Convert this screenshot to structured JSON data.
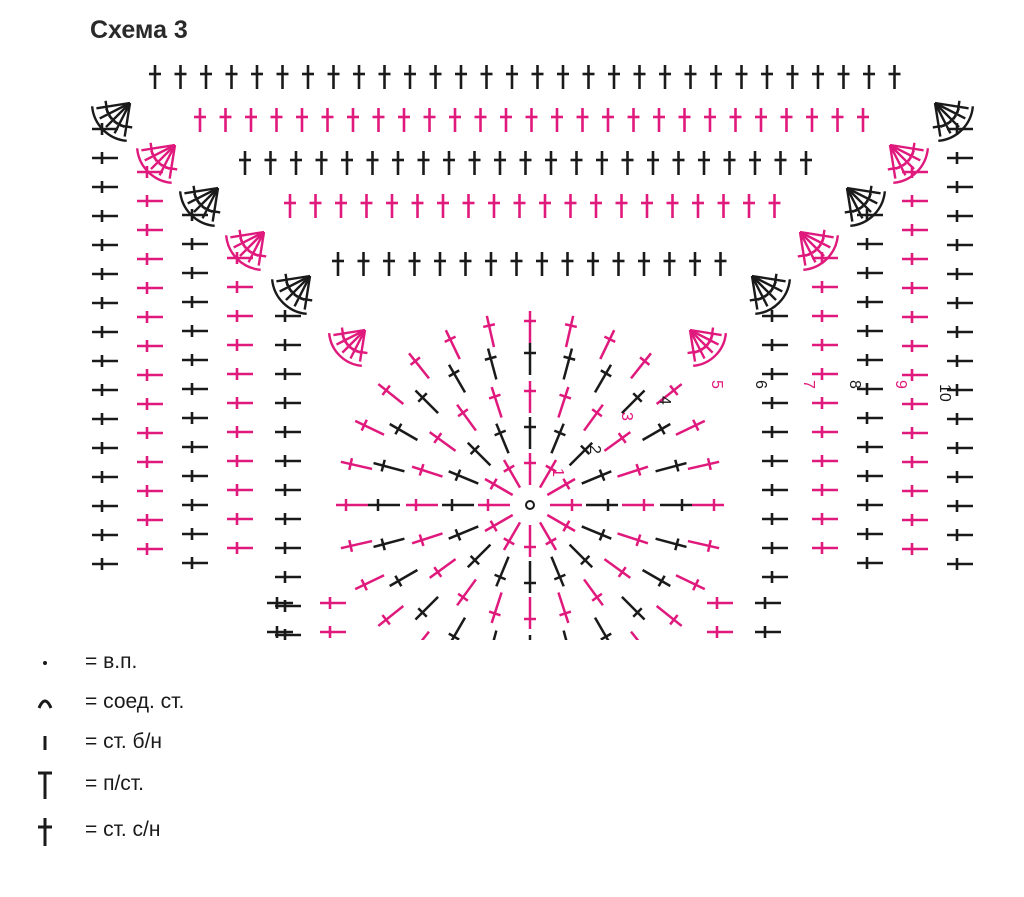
{
  "title": "Схема 3",
  "colors": {
    "black": "#1a1a1a",
    "pink": "#e0197d"
  },
  "round_labels": [
    "1",
    "2",
    "3",
    "4",
    "5",
    "6",
    "7",
    "8",
    "9",
    "10"
  ],
  "legend": [
    {
      "symbol": "chain-stitch-dot-icon",
      "text": "= в.п."
    },
    {
      "symbol": "slip-stitch-arc-icon",
      "text": "= соед. ст."
    },
    {
      "symbol": "single-crochet-icon",
      "text": "= ст. б/н"
    },
    {
      "symbol": "half-double-crochet-icon",
      "text": "= п/ст."
    },
    {
      "symbol": "double-crochet-icon",
      "text": "= ст. с/н"
    }
  ]
}
